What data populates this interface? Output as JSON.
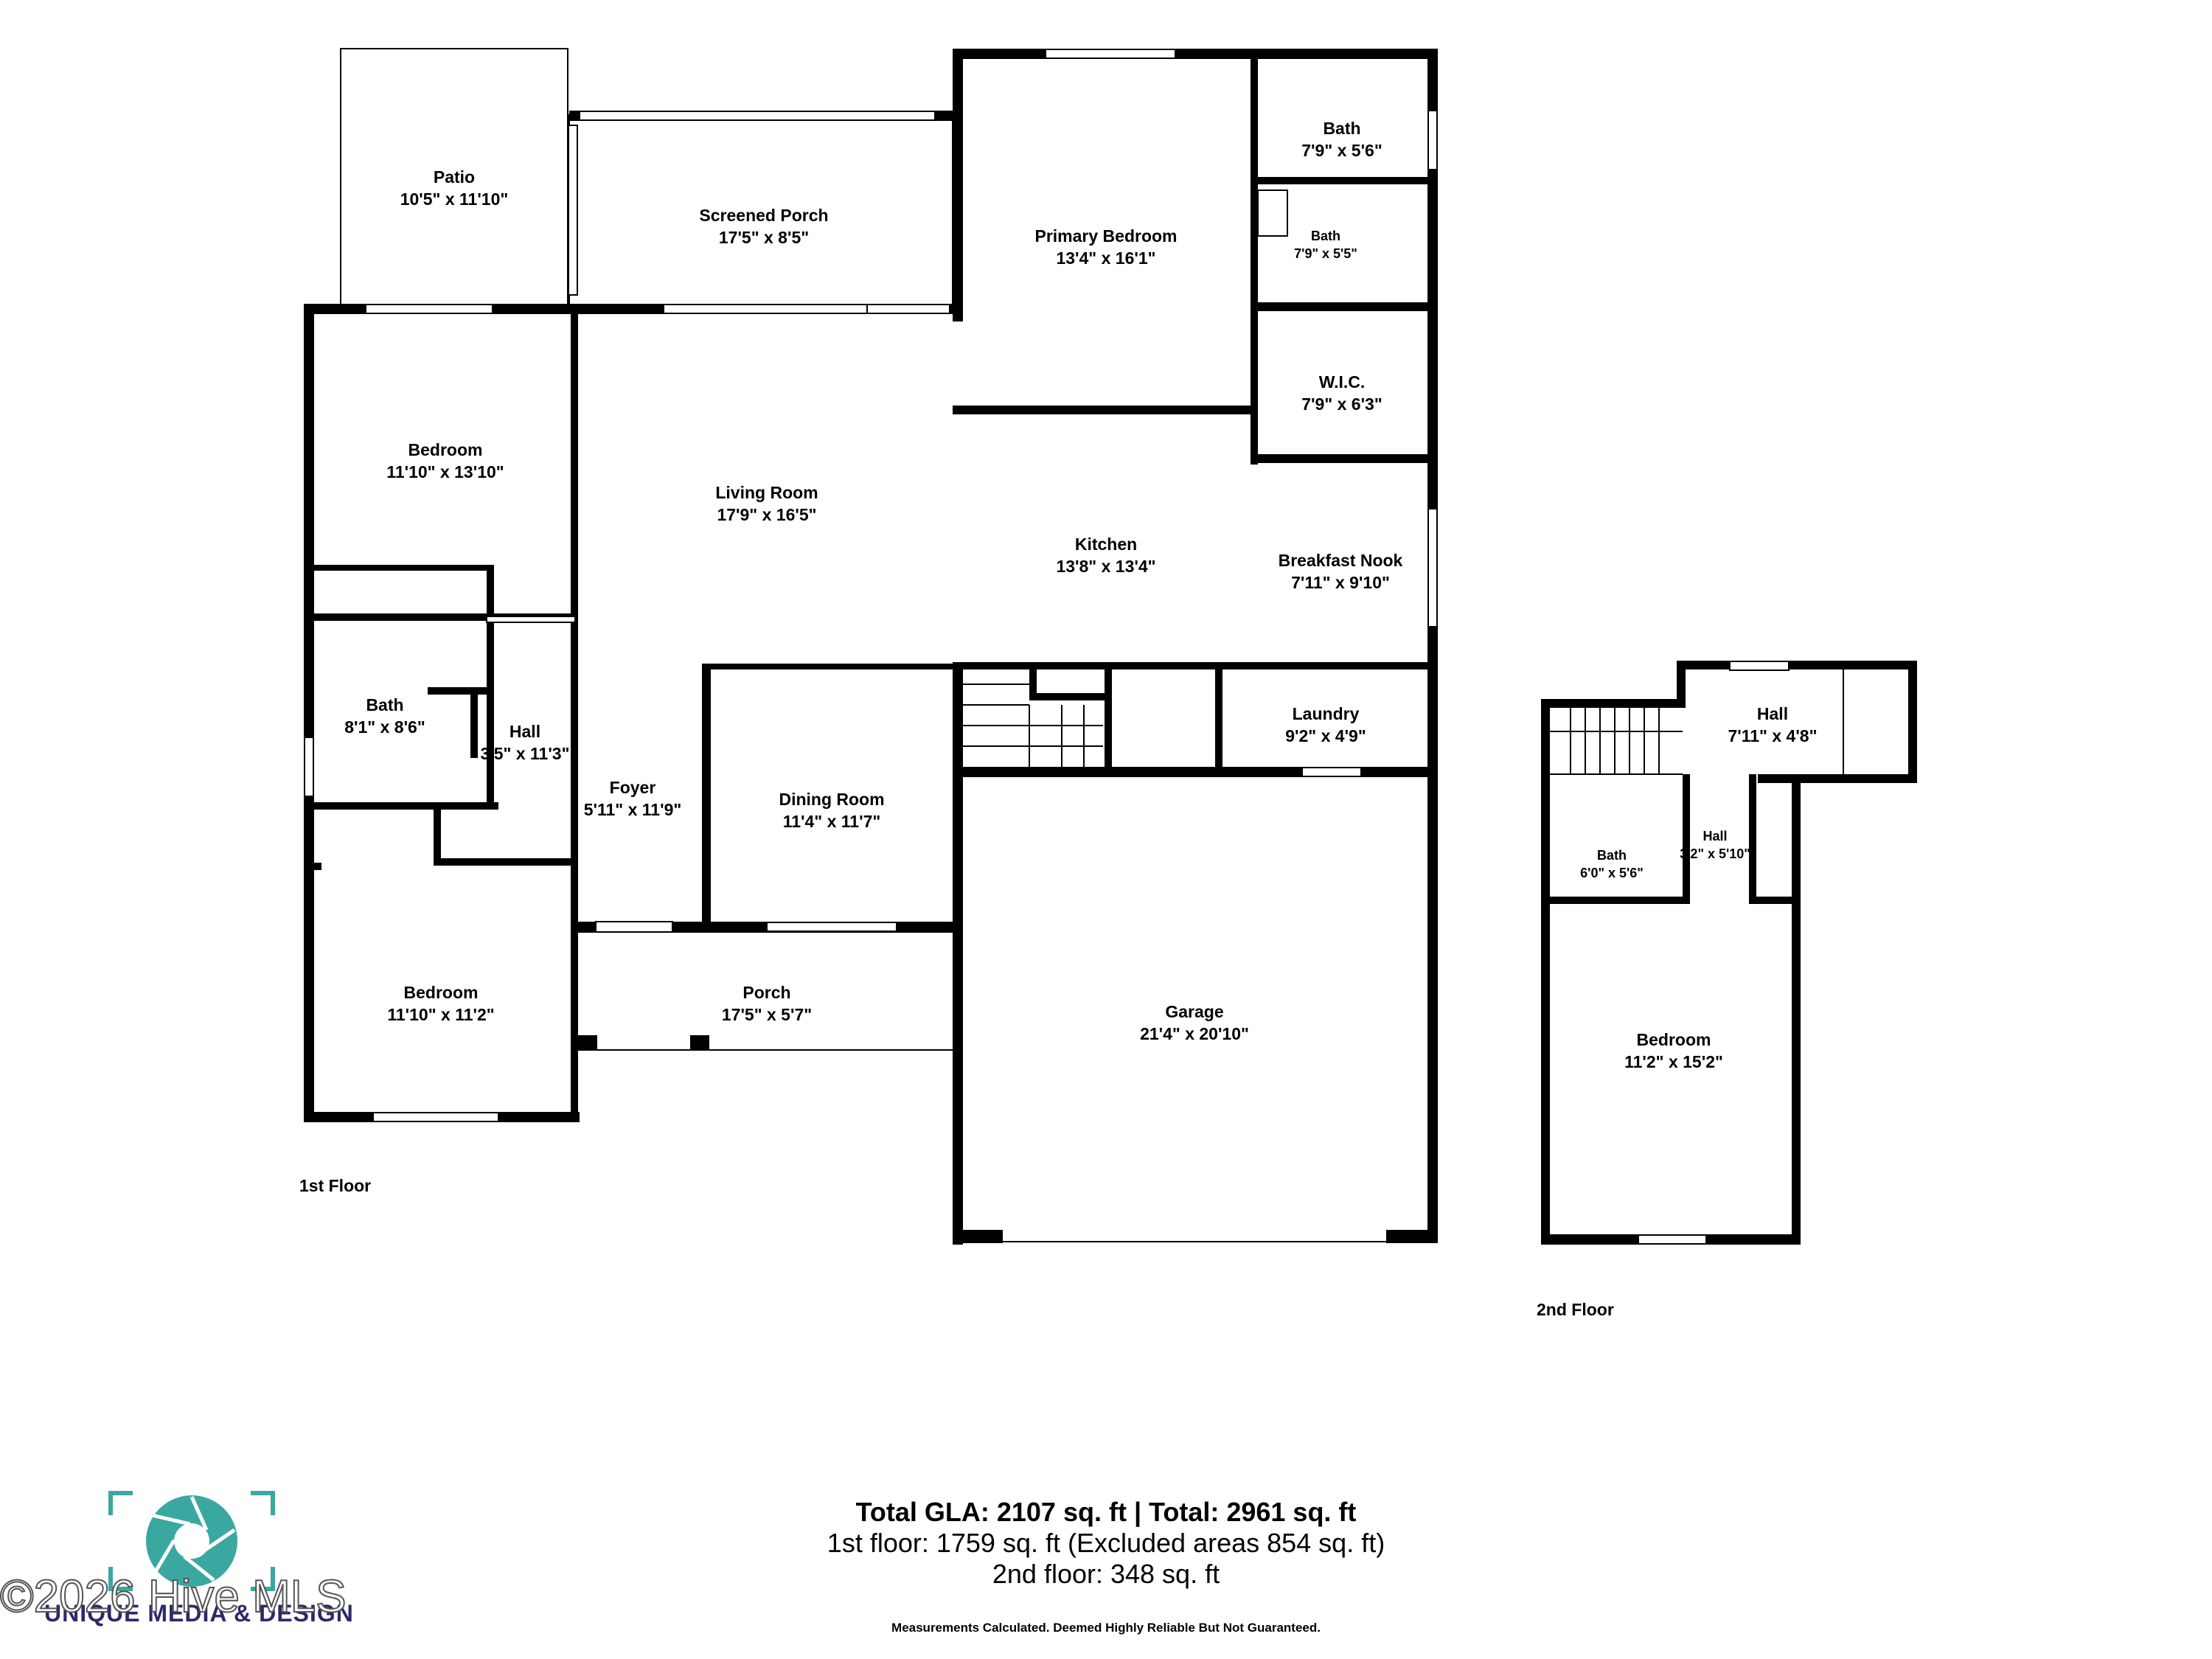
{
  "rooms_first_floor": [
    {
      "id": "patio",
      "name": "Patio",
      "dims": "10'5\" x 11'10\""
    },
    {
      "id": "screened_porch",
      "name": "Screened Porch",
      "dims": "17'5\" x 8'5\""
    },
    {
      "id": "primary_bedroom",
      "name": "Primary Bedroom",
      "dims": "13'4\" x 16'1\""
    },
    {
      "id": "bath_a",
      "name": "Bath",
      "dims": "7'9\" x 5'6\""
    },
    {
      "id": "bath_b",
      "name": "Bath",
      "dims": "7'9\" x 5'5\""
    },
    {
      "id": "wic",
      "name": "W.I.C.",
      "dims": "7'9\" x 6'3\""
    },
    {
      "id": "bedroom_a",
      "name": "Bedroom",
      "dims": "11'10\" x 13'10\""
    },
    {
      "id": "living_room",
      "name": "Living Room",
      "dims": "17'9\" x 16'5\""
    },
    {
      "id": "kitchen",
      "name": "Kitchen",
      "dims": "13'8\" x 13'4\""
    },
    {
      "id": "breakfast_nook",
      "name": "Breakfast Nook",
      "dims": "7'11\" x 9'10\""
    },
    {
      "id": "bath_c",
      "name": "Bath",
      "dims": "8'1\" x 8'6\""
    },
    {
      "id": "hall_a",
      "name": "Hall",
      "dims": "3'5\" x 11'3\""
    },
    {
      "id": "foyer",
      "name": "Foyer",
      "dims": "5'11\" x 11'9\""
    },
    {
      "id": "dining_room",
      "name": "Dining Room",
      "dims": "11'4\" x 11'7\""
    },
    {
      "id": "laundry",
      "name": "Laundry",
      "dims": "9'2\" x 4'9\""
    },
    {
      "id": "bedroom_b",
      "name": "Bedroom",
      "dims": "11'10\" x 11'2\""
    },
    {
      "id": "porch",
      "name": "Porch",
      "dims": "17'5\" x 5'7\""
    },
    {
      "id": "garage",
      "name": "Garage",
      "dims": "21'4\" x 20'10\""
    }
  ],
  "rooms_second_floor": [
    {
      "id": "hall_b",
      "name": "Hall",
      "dims": "7'11\" x 4'8\""
    },
    {
      "id": "hall_c",
      "name": "Hall",
      "dims": "3'2\" x 5'10\""
    },
    {
      "id": "bath_d",
      "name": "Bath",
      "dims": "6'0\" x 5'6\""
    },
    {
      "id": "bedroom_c",
      "name": "Bedroom",
      "dims": "11'2\" x 15'2\""
    }
  ],
  "floor_labels": {
    "first": "1st Floor",
    "second": "2nd Floor"
  },
  "summary": {
    "total": "Total GLA: 2107 sq. ft | Total: 2961 sq. ft",
    "first": "1st floor: 1759 sq. ft (Excluded areas 854 sq. ft)",
    "second": "2nd floor: 348 sq. ft",
    "note": "Measurements Calculated. Deemed Highly Reliable But Not Guaranteed."
  },
  "branding": {
    "company": "UNIQUE MEDIA & DESIGN",
    "watermark": "©2026 Hive MLS",
    "logo_color": "#3aa8a0"
  }
}
